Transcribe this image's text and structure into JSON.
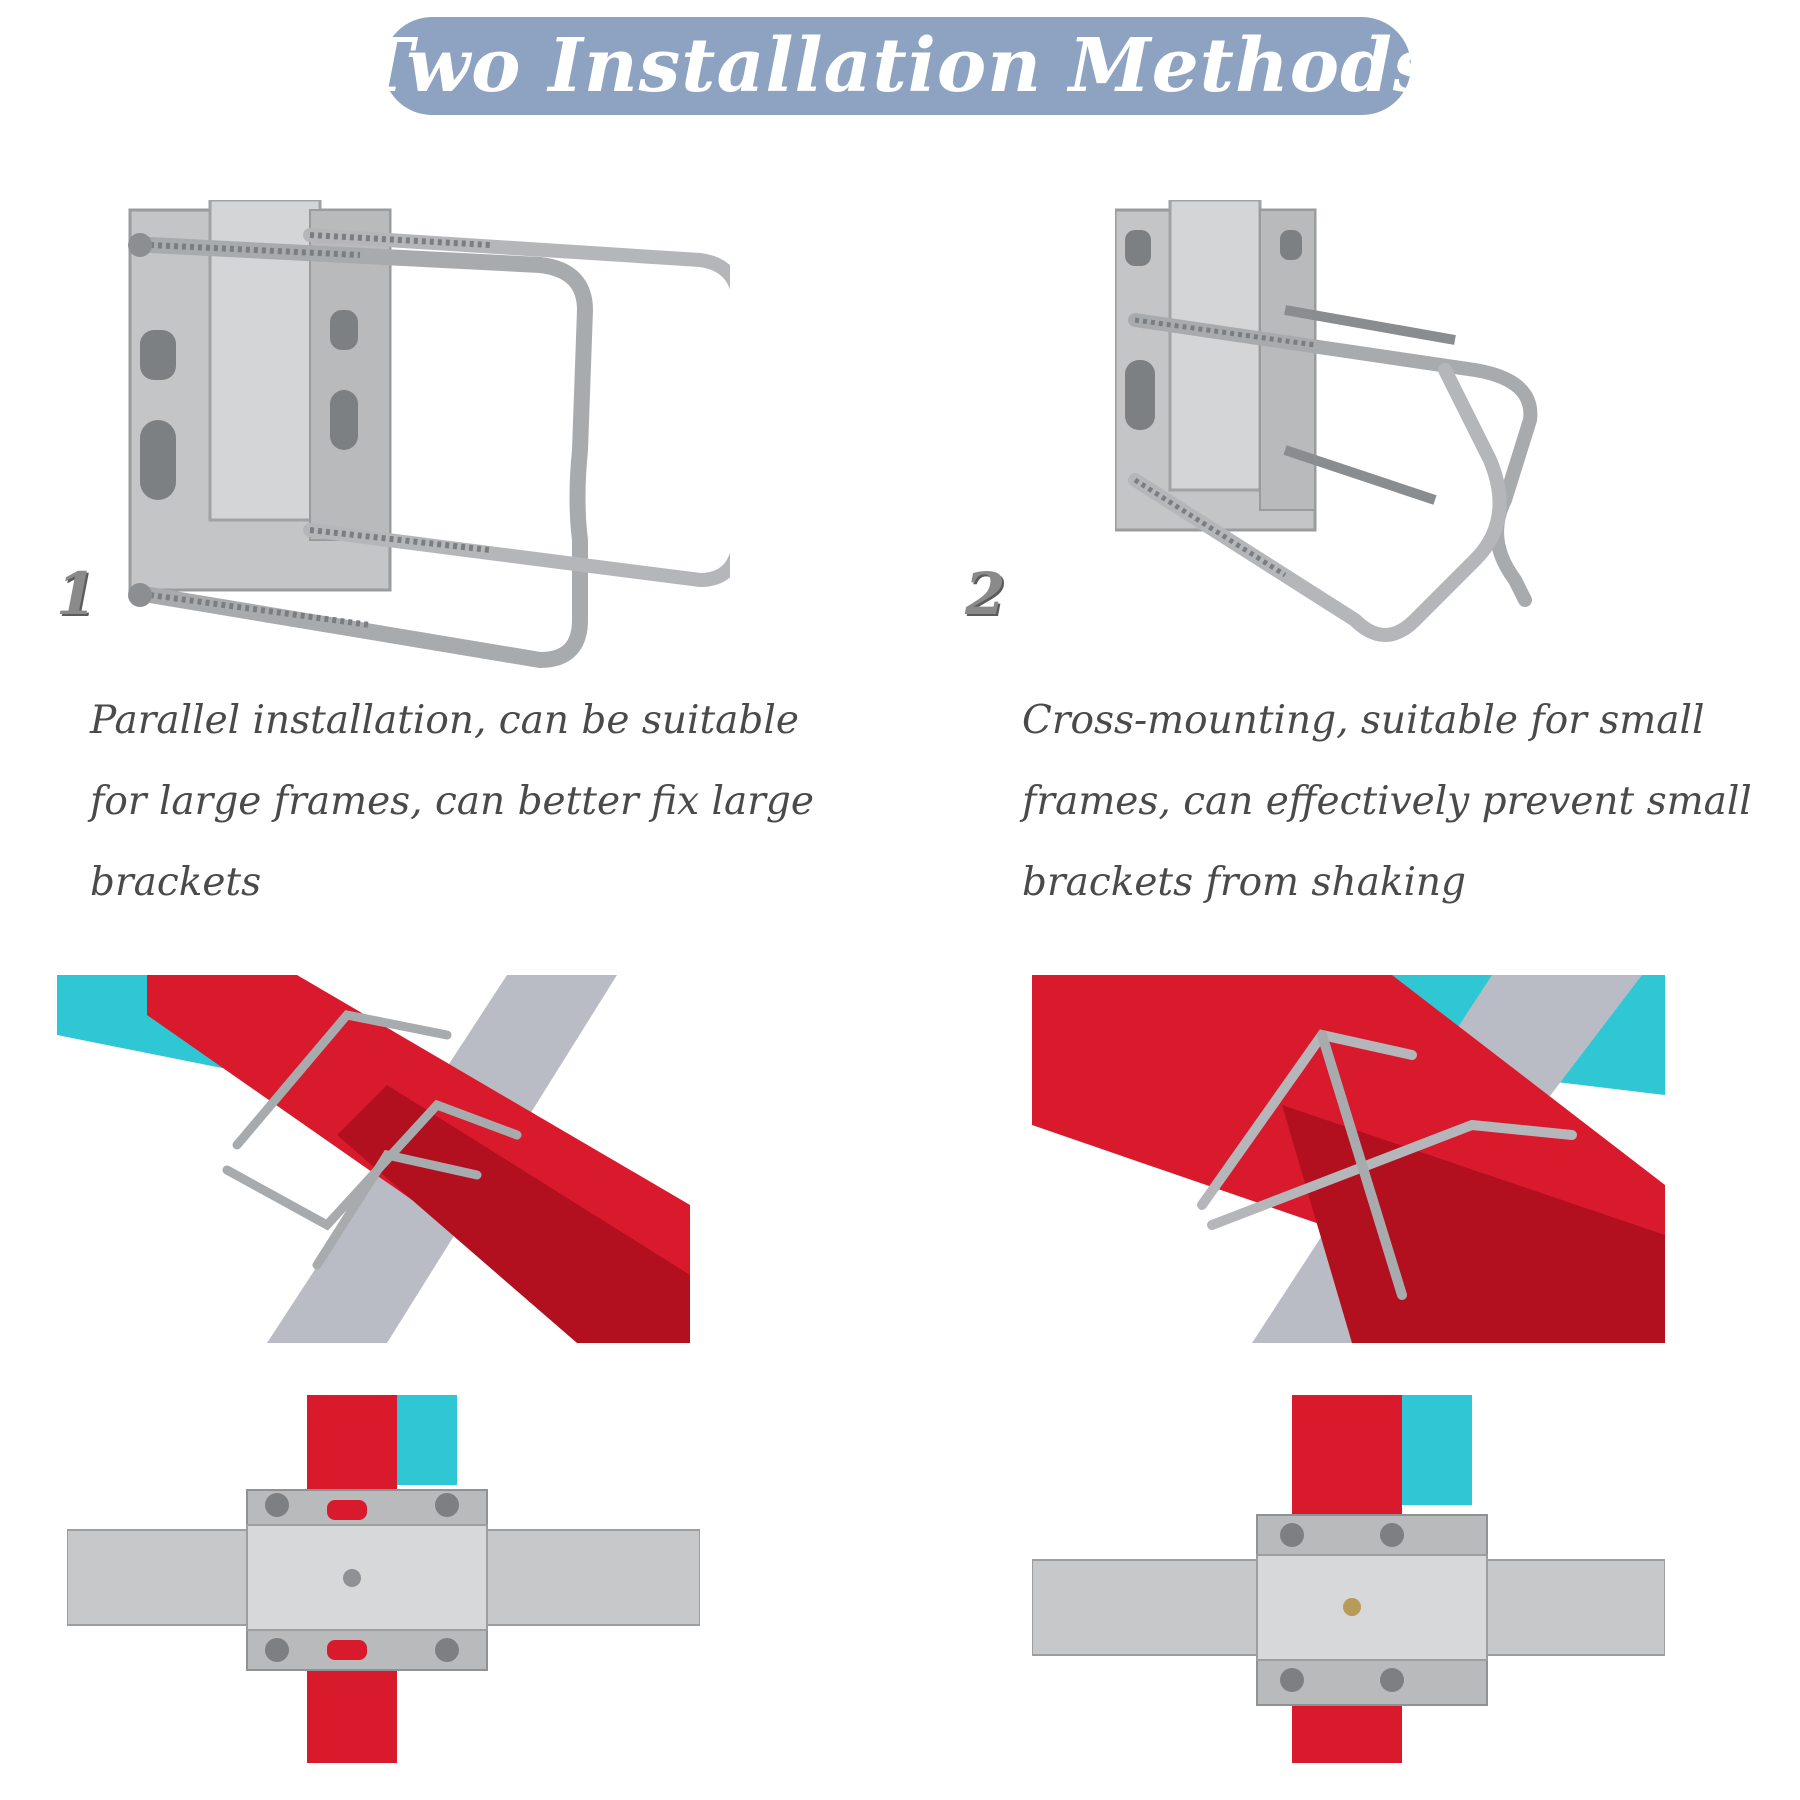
{
  "header": {
    "title": "Two Installation Methods",
    "pill_color": "#8da3c1"
  },
  "methods": [
    {
      "number": "1",
      "description": "Parallel installation, can be suitable for large frames, can better fix large brackets",
      "lines": [
        "Parallel installation, can be suitable",
        "for large frames, can better fix large",
        "brackets"
      ]
    },
    {
      "number": "2",
      "description": "Cross-mounting, suitable for small frames, can effectively prevent small brackets from shaking",
      "lines": [
        "Cross-mounting, suitable for small",
        "frames, can effectively prevent small",
        "brackets from shaking"
      ]
    }
  ],
  "colors": {
    "steel": "#c7c9cb",
    "steel_dark": "#8f9295",
    "red_beam": "#d9192c",
    "cyan_beam": "#2fc7d4",
    "text": "#4a4a4a"
  }
}
